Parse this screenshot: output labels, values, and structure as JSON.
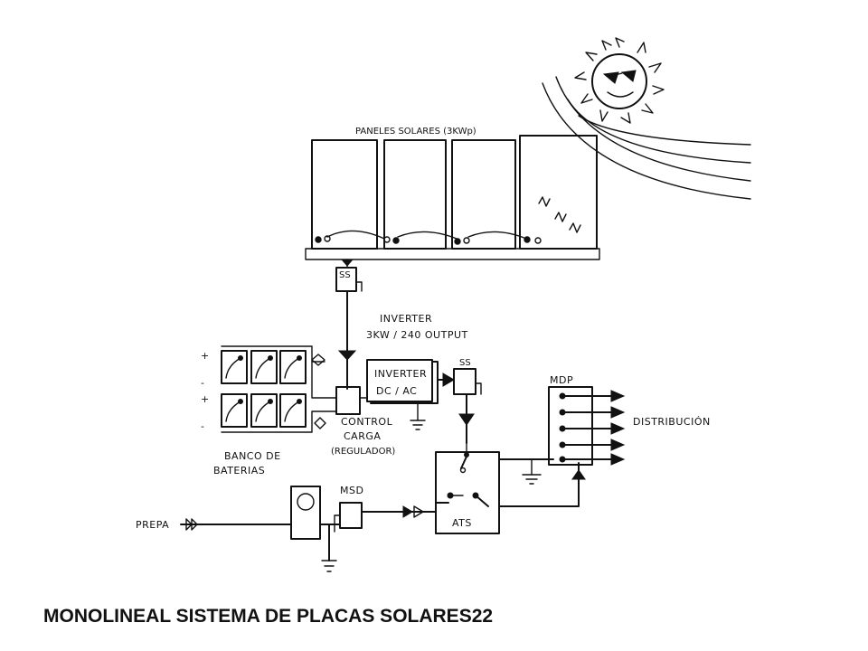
{
  "labels": {
    "panels": "PANELES SOLARES (3KWp)",
    "inverter_title_1": "INVERTER",
    "inverter_title_2": "3KW / 240 OUTPUT",
    "inverter_box_1": "INVERTER",
    "inverter_box_2": "DC / AC",
    "ss_top": "SS",
    "ss_right": "SS",
    "control_1": "CONTROL",
    "control_2": "CARGA",
    "control_3": "(REGULADOR)",
    "battery_1": "BANCO DE",
    "battery_2": "BATERIAS",
    "mdp": "MDP",
    "distribution": "DISTRIBUCIÓN",
    "ats": "ATS",
    "msd": "MSD",
    "prepa": "PREPA",
    "plus_1": "+",
    "minus_1": "-",
    "plus_2": "+",
    "minus_2": "-"
  },
  "caption": "MONOLINEAL SISTEMA DE PLACAS SOLARES22",
  "icons": [
    "sun-icon",
    "ground-icon",
    "arrow-icon",
    "switch-icon",
    "meter-icon"
  ]
}
